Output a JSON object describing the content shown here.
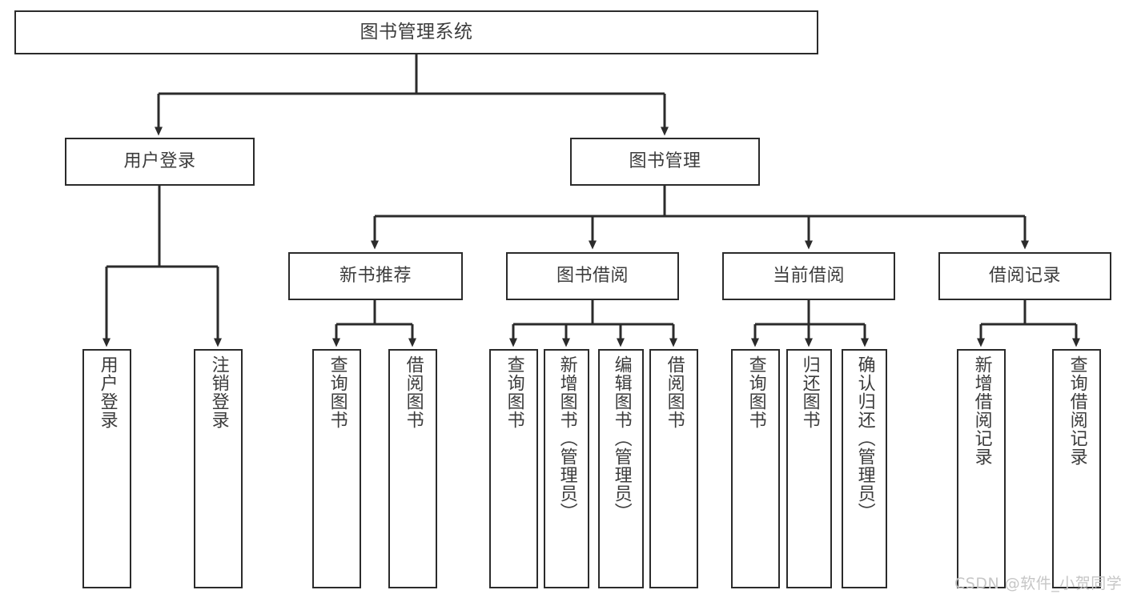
{
  "diagram": {
    "type": "hierarchy-tree",
    "title": "图书管理系统",
    "watermark": "CSDN @软件_小贺同学",
    "colors": {
      "border": "#2b2b2b",
      "text": "#3c3c3c",
      "background": "#ffffff",
      "connector": "#2b2b2b",
      "watermark": "#c6c6c6"
    },
    "nodes": {
      "root": {
        "label": "图书管理系统"
      },
      "level1": [
        {
          "label": "用户登录"
        },
        {
          "label": "图书管理"
        }
      ],
      "level2": [
        {
          "label": "新书推荐"
        },
        {
          "label": "图书借阅"
        },
        {
          "label": "当前借阅"
        },
        {
          "label": "借阅记录"
        }
      ],
      "leaves": {
        "user_login": [
          {
            "label": "用户登录"
          },
          {
            "label": "注销登录"
          }
        ],
        "new_book_recommend": [
          {
            "label": "查询图书"
          },
          {
            "label": "借阅图书"
          }
        ],
        "book_borrow": [
          {
            "label": "查询图书"
          },
          {
            "label": "新增图书（管理员）"
          },
          {
            "label": "编辑图书（管理员）"
          },
          {
            "label": "借阅图书"
          }
        ],
        "current_borrow": [
          {
            "label": "查询图书"
          },
          {
            "label": "归还图书"
          },
          {
            "label": "确认归还（管理员）"
          }
        ],
        "borrow_record": [
          {
            "label": "新增借阅记录"
          },
          {
            "label": "查询借阅记录"
          }
        ]
      }
    }
  }
}
